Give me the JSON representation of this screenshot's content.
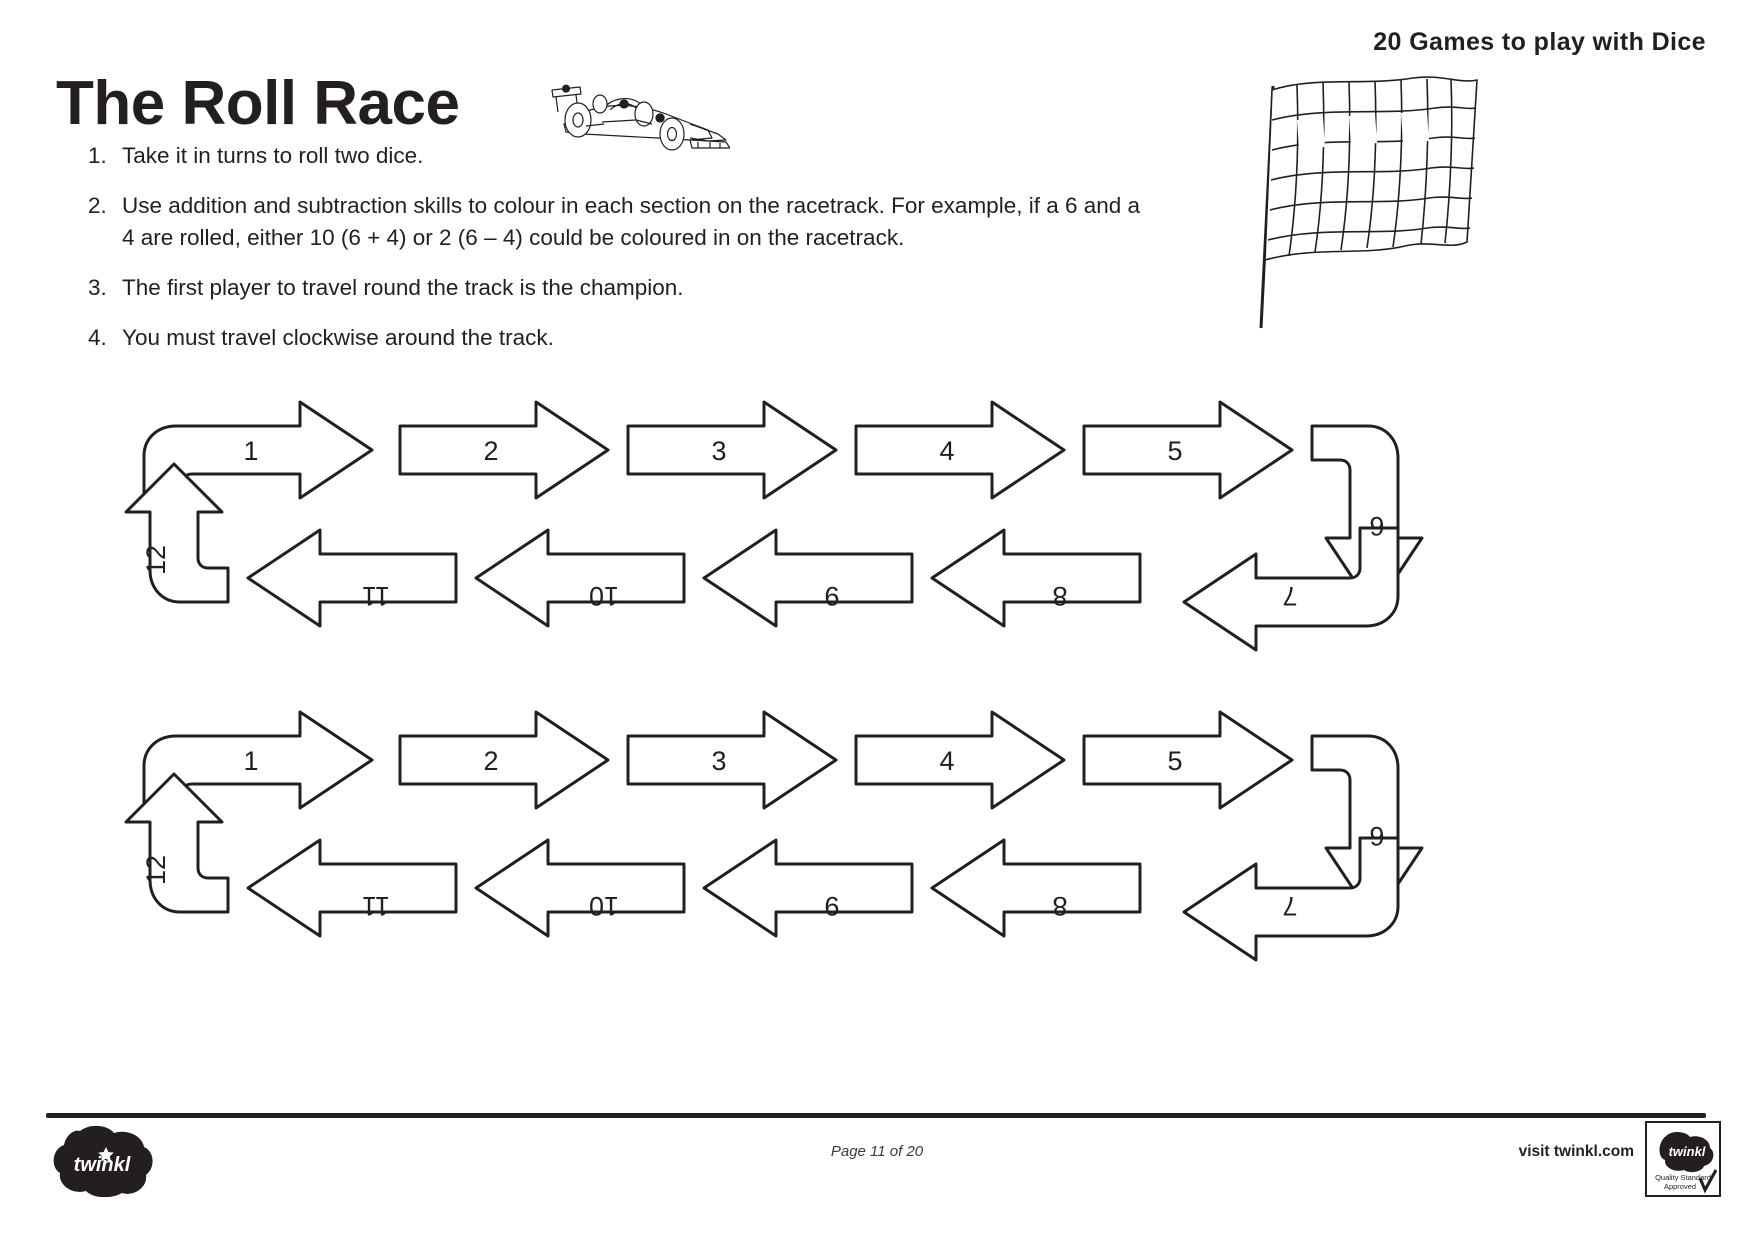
{
  "header": {
    "series_title": "20 Games to play with Dice"
  },
  "title": "The Roll Race",
  "icons": {
    "car": "formula-one-car-illustration",
    "flag": "checkered-flag-illustration",
    "logo": "twinkl-cloud-logo",
    "badge": "quality-standard-approved-badge"
  },
  "instructions": [
    {
      "num": "1.",
      "text": "Take it in turns to roll two dice."
    },
    {
      "num": "2.",
      "text": "Use addition and subtraction skills to colour in each section on the racetrack. For example, if a 6 and a 4 are rolled, either 10 (6 + 4) or 2 (6 – 4) could be coloured in on the racetrack."
    },
    {
      "num": "3.",
      "text": "The first player to travel round the track is the champion."
    },
    {
      "num": "4.",
      "text": "You must travel clockwise around the track."
    }
  ],
  "track": {
    "top_row": [
      "1",
      "2",
      "3",
      "4",
      "5"
    ],
    "right_corner": "6",
    "bottom_row": [
      "7",
      "8",
      "9",
      "10",
      "11"
    ],
    "left_corner": "12",
    "loops": 2
  },
  "footer": {
    "page_label": "Page 11 of 20",
    "visit_label": "visit twinkl.com",
    "logo_text": "twinkl",
    "badge_text_1": "twinkl",
    "badge_text_2": "Quality Standard",
    "badge_text_3": "Approved"
  },
  "colors": {
    "ink": "#231f20",
    "paper": "#ffffff"
  }
}
